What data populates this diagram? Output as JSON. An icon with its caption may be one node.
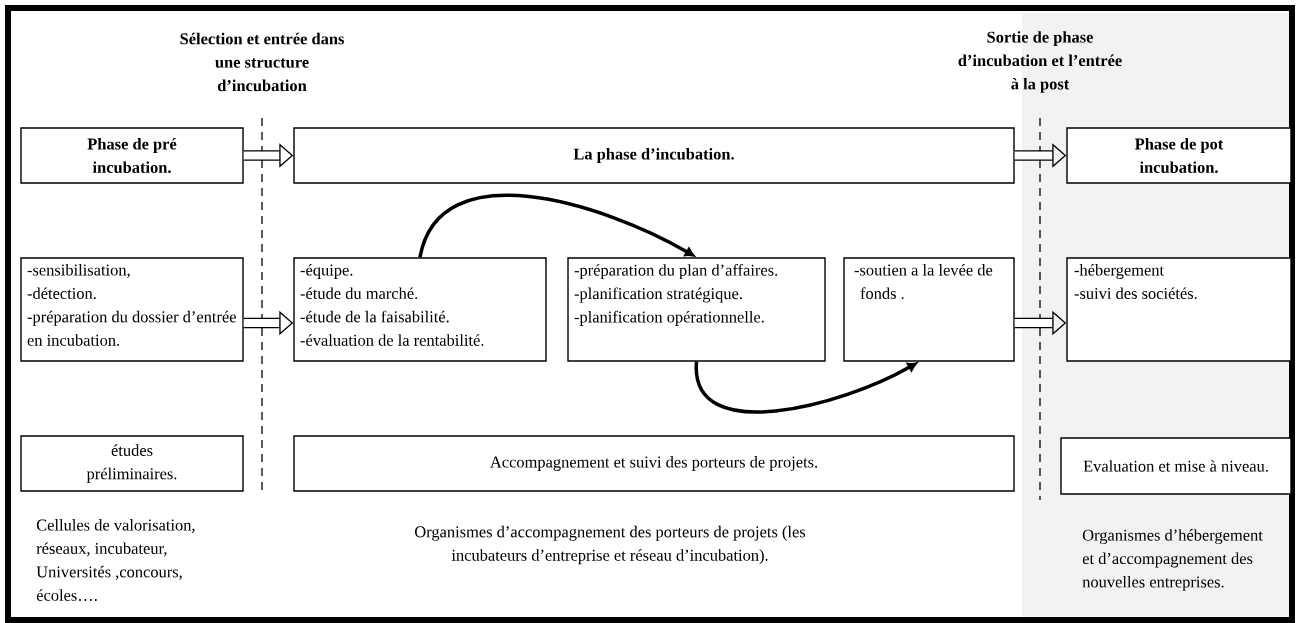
{
  "diagram": {
    "nodes": [
      {
        "text": [
          "Phase de pré incubation."
        ]
      },
      {
        "text": [
          "La phase d’incubation."
        ]
      },
      {
        "text": [
          "Phase de pot incubation."
        ]
      },
      {
        "text": [
          "-sensibilisation,",
          "-détection.",
          "-préparation du dossier d’entrée en incubation."
        ]
      },
      {
        "text": [
          "-équipe.",
          "-étude du marché.",
          "-étude de la faisabilité.",
          "-évaluation de la rentabilité."
        ]
      },
      {
        "text": [
          "-préparation du plan d’affaires.",
          "-planification stratégique.",
          "-planification opérationnelle."
        ]
      },
      {
        "text": [
          "-soutien a la levée de fonds ."
        ]
      },
      {
        "text": [
          "-hébergement",
          "-suivi des sociétés."
        ]
      },
      {
        "text": [
          "études préliminaires."
        ]
      },
      {
        "text": [
          "Accompagnement et suivi des porteurs de projets."
        ]
      },
      {
        "text": [
          "Evaluation et mise à niveau."
        ]
      }
    ],
    "edges": [
      {
        "from": 0,
        "to": 1,
        "arrow": "to"
      },
      {
        "from": 1,
        "to": 2,
        "arrow": "to"
      },
      {
        "from": 3,
        "to": 4,
        "arrow": "to"
      },
      {
        "from": 4,
        "to": 5,
        "arrow": "to"
      },
      {
        "from": 5,
        "to": 6,
        "arrow": "to"
      },
      {
        "from": 6,
        "to": 7,
        "arrow": "to"
      }
    ],
    "labels": [
      "Sélection et entrée dans une structure d’incubation",
      "Sortie de phase d’incubation et l’entrée à la post",
      "Cellules de valorisation, réseaux, incubateur, Universités ,concours, écoles….",
      "Organismes d’accompagnement des porteurs de projets (les incubateurs d’entreprise et réseau d’incubation).",
      "Organismes d’hébergement et d’accompagnement des nouvelles entreprises."
    ]
  }
}
